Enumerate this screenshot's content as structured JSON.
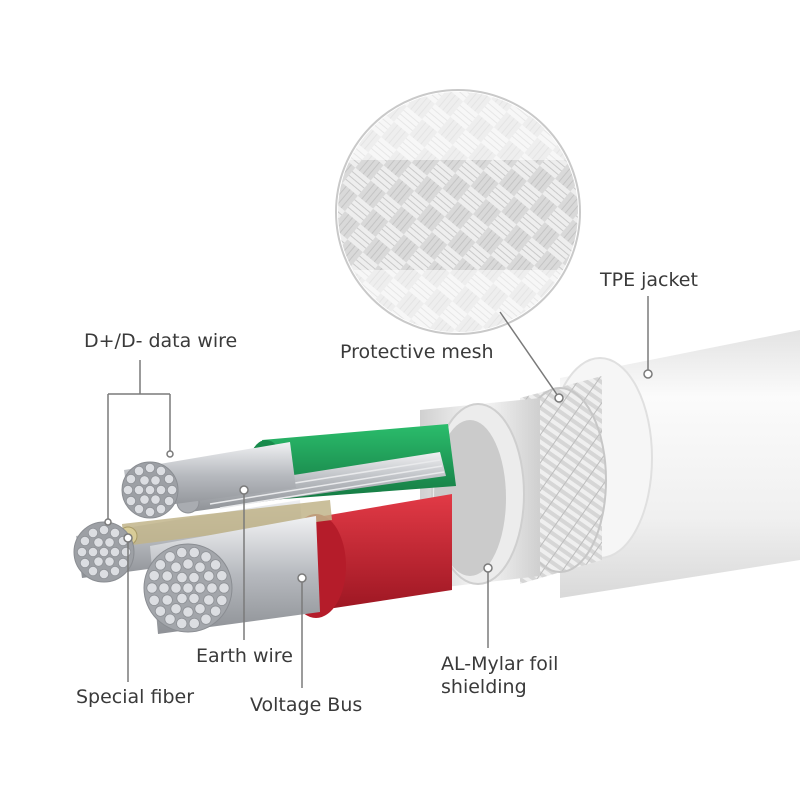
{
  "labels": {
    "tpe_jacket": "TPE jacket",
    "protective_mesh": "Protective mesh",
    "data_wire": "D+/D- data wire",
    "earth_wire": "Earth wire",
    "special_fiber": "Special fiber",
    "voltage_bus": "Voltage Bus",
    "mylar_line1": "AL-Mylar foil",
    "mylar_line2": "shielding"
  },
  "colors": {
    "jacket": "#f4f4f4",
    "mesh": "#dcdcdc",
    "foil": "#e8e8e8",
    "green_insulation": "#1f9a57",
    "red_insulation": "#c8202f",
    "copper_strand": "#c9ccd1",
    "fiber": "#b9a878",
    "leader_line": "#7a7a7a"
  }
}
